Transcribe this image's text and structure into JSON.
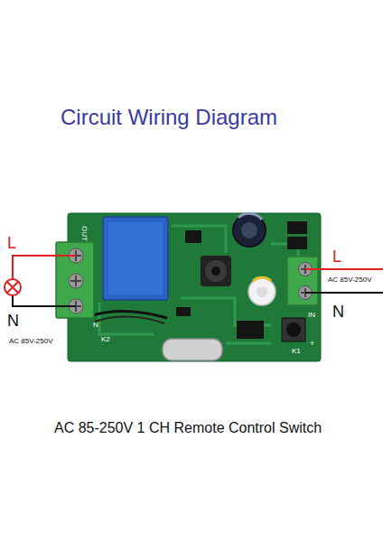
{
  "diagram": {
    "title": "Circuit Wiring Diagram",
    "caption": "AC 85-250V 1 CH Remote Control Switch",
    "labels": [
      "L",
      "N",
      "AC 85V-250V",
      "L",
      "AC 85V-250V",
      "N",
      "OUT",
      "N",
      "K2",
      "IN",
      "K1",
      "+"
    ]
  }
}
